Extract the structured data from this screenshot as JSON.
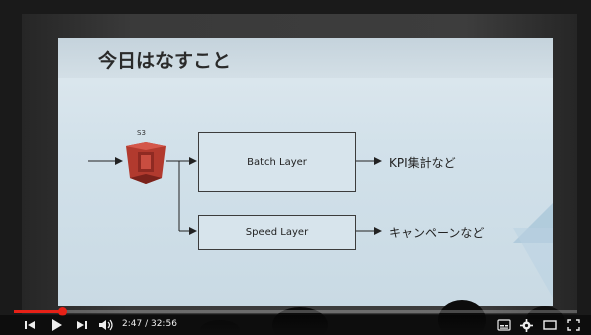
{
  "slide": {
    "title": "今日はなすこと",
    "s3_label": "S3",
    "batch_layer": "Batch Layer",
    "speed_layer": "Speed Layer",
    "batch_output": "KPI集計など",
    "speed_output": "キャンペーンなど"
  },
  "player": {
    "current_time": "2:47",
    "separator": " / ",
    "duration": "32:56",
    "progress_fraction": 0.085,
    "accent_color": "#e62117",
    "icons": [
      "previous-icon",
      "play-icon",
      "next-icon",
      "volume-icon",
      "subtitles-icon",
      "settings-icon",
      "theater-mode-icon",
      "fullscreen-icon"
    ]
  }
}
